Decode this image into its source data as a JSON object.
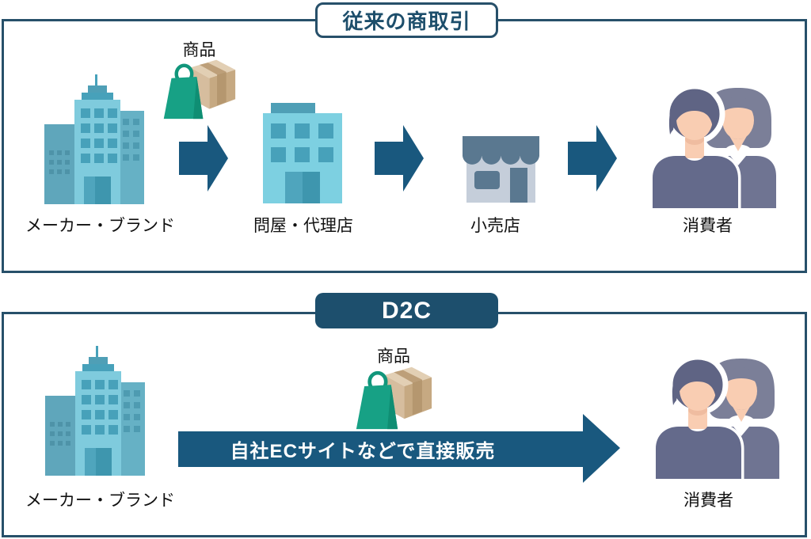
{
  "colors": {
    "outline_navy": "#27506A",
    "title_text": "#1D4E6B",
    "arrow_teal": "#19587E",
    "d2c_badge_bg": "#1D4F6D",
    "building_light": "#7FCBDD",
    "building_window": "#47A1BA",
    "store_slate": "#5A7890",
    "store_body": "#C5CEDA",
    "bag_green": "#17A185",
    "box_left": "#D6BD9E",
    "hair_man": "#5F6484",
    "skin": "#F9CDB2",
    "shirt_man": "#646A8B",
    "label_text": "#111111"
  },
  "traditional": {
    "title": "従来の商取引",
    "goods_label": "商品",
    "maker_label": "メーカー・ブランド",
    "wholesaler_label": "問屋・代理店",
    "retailer_label": "小売店",
    "consumer_label": "消費者"
  },
  "d2c": {
    "title": "D2C",
    "goods_label": "商品",
    "arrow_label": "自社ECサイトなどで直接販売",
    "maker_label": "メーカー・ブランド",
    "consumer_label": "消費者"
  }
}
